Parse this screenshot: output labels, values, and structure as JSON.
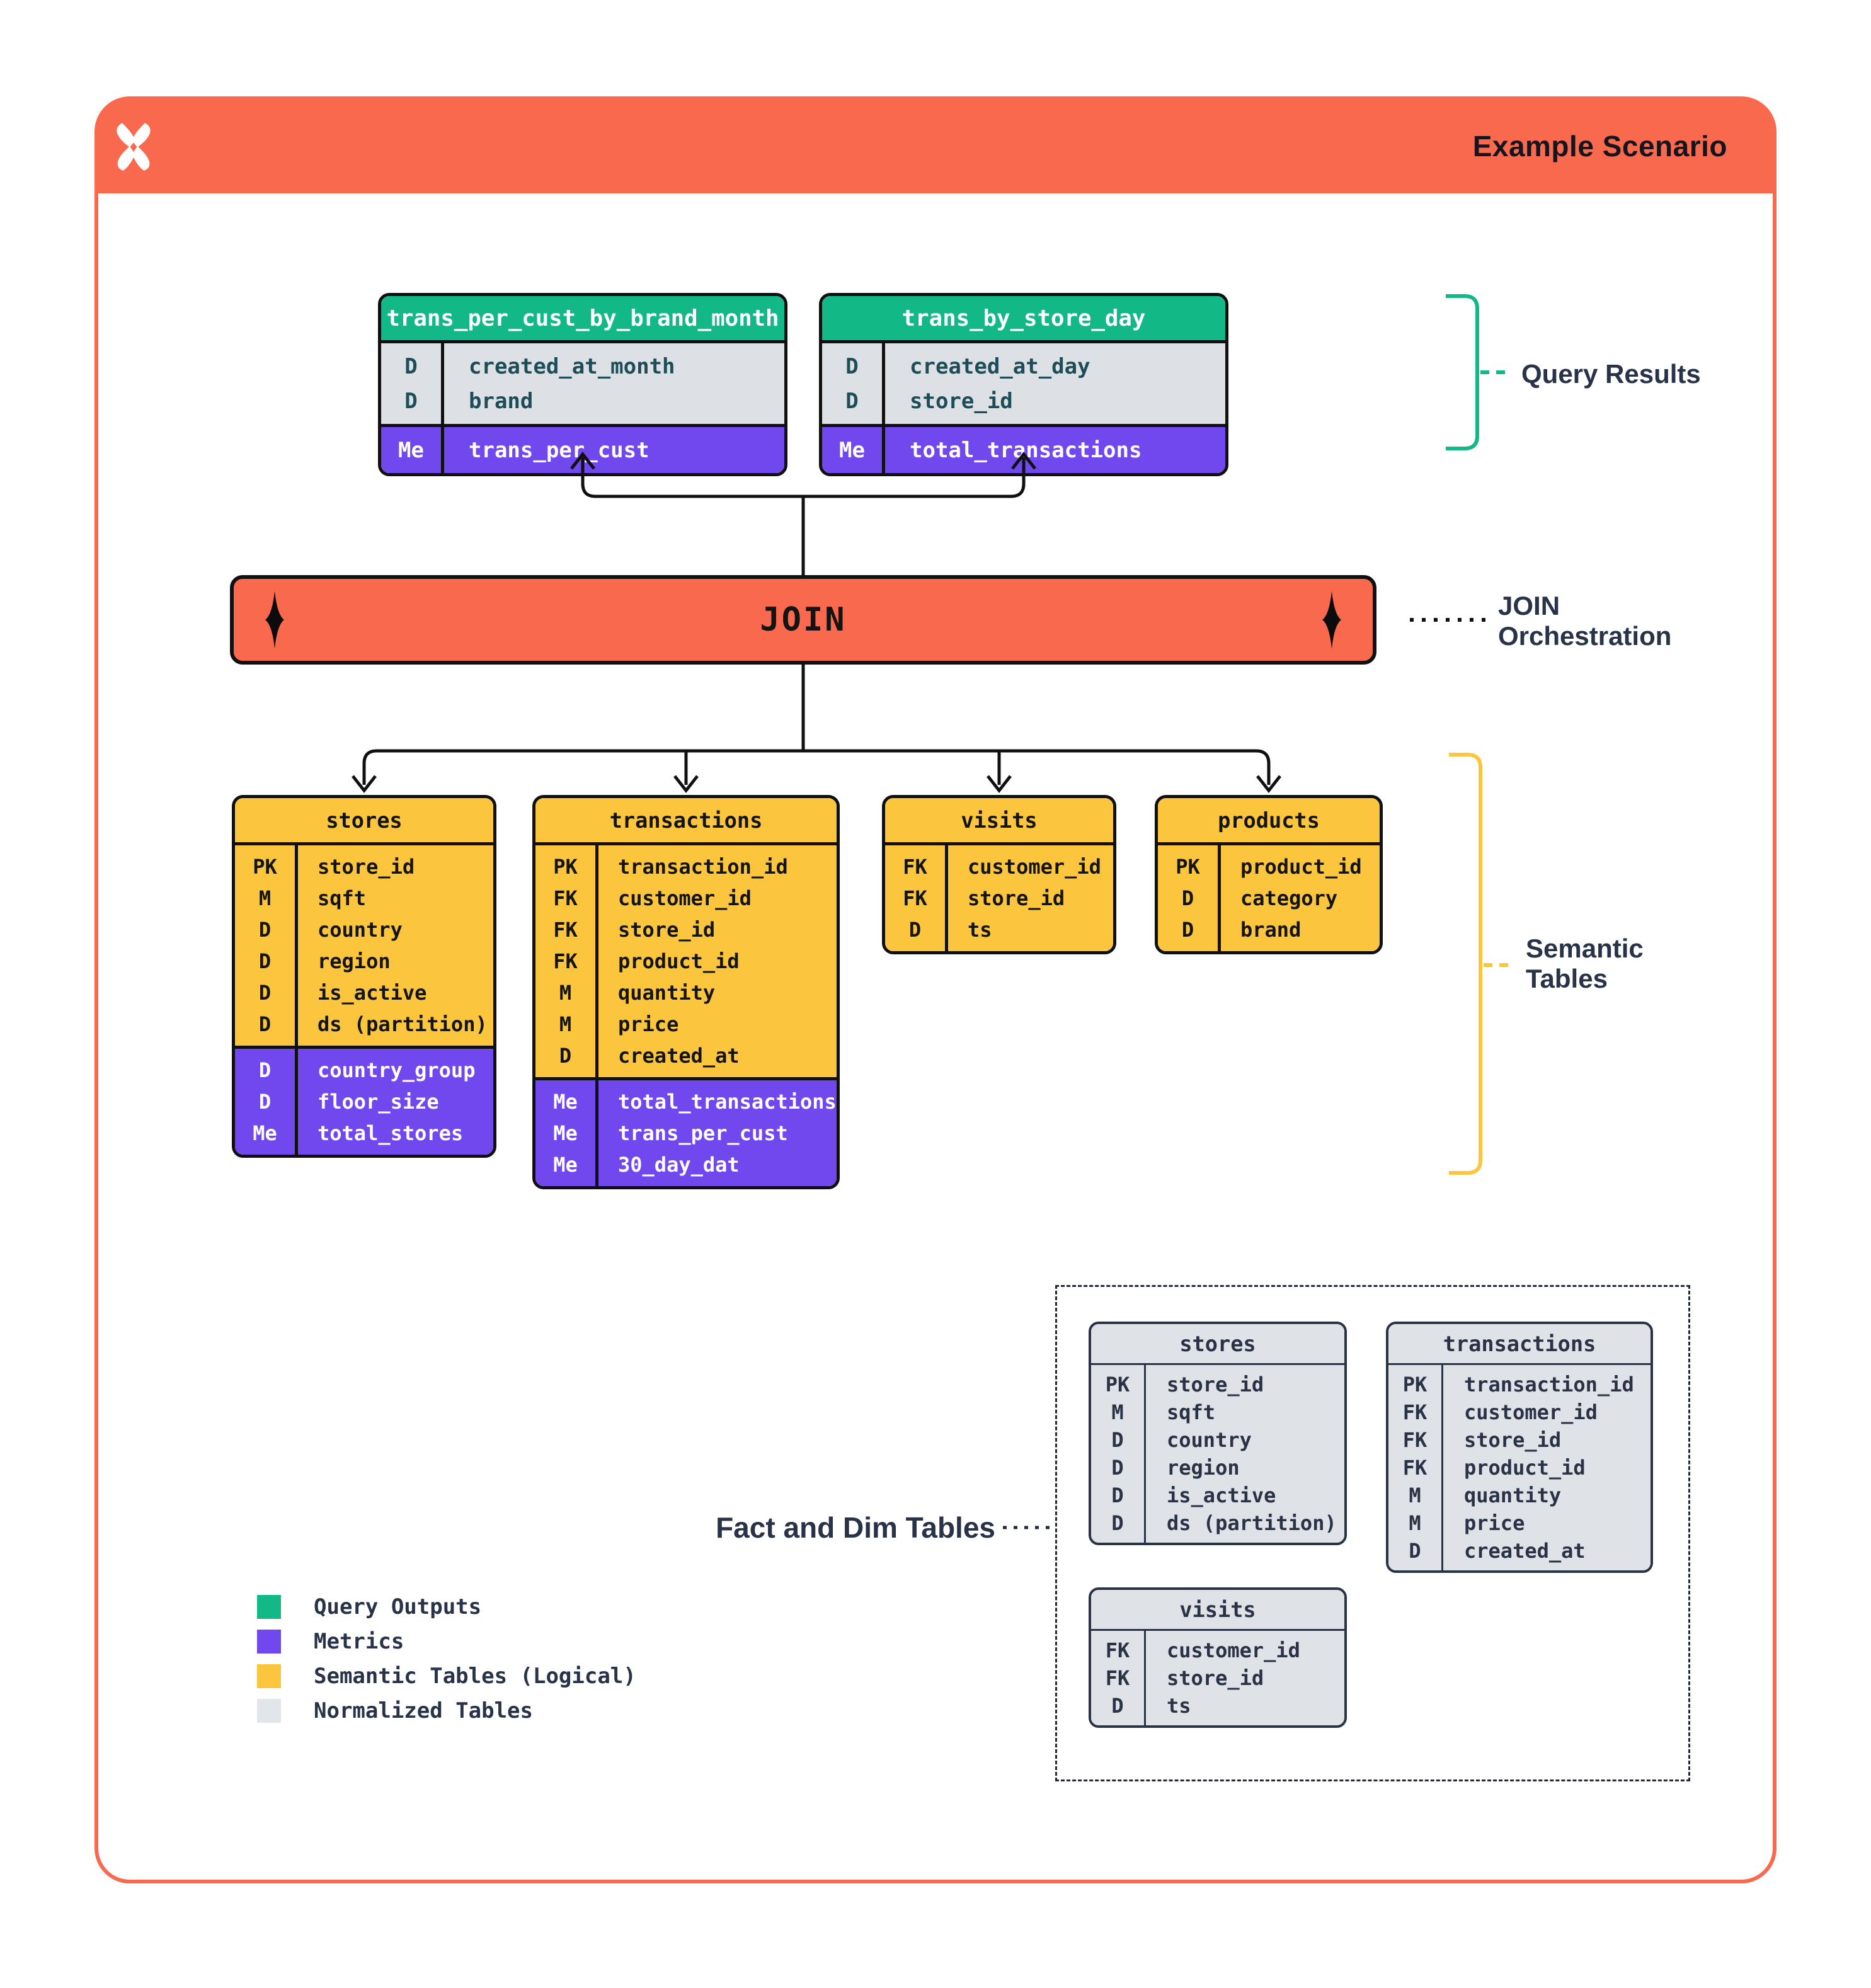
{
  "header": {
    "title": "Example Scenario"
  },
  "colors": {
    "orange": "#F9694E",
    "green": "#12B886",
    "purple": "#7147EE",
    "yellow": "#FBC53E",
    "gray": "#DFE3E8",
    "navy_text": "#283349",
    "teal_text": "#1D4D57"
  },
  "join": {
    "label": "JOIN"
  },
  "annotations": {
    "query_results": "Query Results",
    "join_orchestration_line1": "JOIN",
    "join_orchestration_line2": "Orchestration",
    "semantic_tables_line1": "Semantic",
    "semantic_tables_line2": "Tables",
    "fact_dim": "Fact and Dim Tables"
  },
  "query_tables": [
    {
      "title": "trans_per_cust_by_brand_month",
      "dims": [
        [
          "D",
          "created_at_month"
        ],
        [
          "D",
          "brand"
        ]
      ],
      "metrics": [
        [
          "Me",
          "trans_per_cust"
        ]
      ]
    },
    {
      "title": "trans_by_store_day",
      "dims": [
        [
          "D",
          "created_at_day"
        ],
        [
          "D",
          "store_id"
        ]
      ],
      "metrics": [
        [
          "Me",
          "total_transactions"
        ]
      ]
    }
  ],
  "semantic_tables": [
    {
      "title": "stores",
      "dims": [
        [
          "PK",
          "store_id"
        ],
        [
          "M",
          "sqft"
        ],
        [
          "D",
          "country"
        ],
        [
          "D",
          "region"
        ],
        [
          "D",
          "is_active"
        ],
        [
          "D",
          "ds (partition)"
        ]
      ],
      "metrics": [
        [
          "D",
          "country_group"
        ],
        [
          "D",
          "floor_size"
        ],
        [
          "Me",
          "total_stores"
        ]
      ]
    },
    {
      "title": "transactions",
      "dims": [
        [
          "PK",
          "transaction_id"
        ],
        [
          "FK",
          "customer_id"
        ],
        [
          "FK",
          "store_id"
        ],
        [
          "FK",
          "product_id"
        ],
        [
          "M",
          "quantity"
        ],
        [
          "M",
          "price"
        ],
        [
          "D",
          "created_at"
        ]
      ],
      "metrics": [
        [
          "Me",
          "total_transactions"
        ],
        [
          "Me",
          "trans_per_cust"
        ],
        [
          "Me",
          "30_day_dat"
        ]
      ]
    },
    {
      "title": "visits",
      "dims": [
        [
          "FK",
          "customer_id"
        ],
        [
          "FK",
          "store_id"
        ],
        [
          "D",
          "ts"
        ]
      ],
      "metrics": []
    },
    {
      "title": "products",
      "dims": [
        [
          "PK",
          "product_id"
        ],
        [
          "D",
          "category"
        ],
        [
          "D",
          "brand"
        ]
      ],
      "metrics": []
    }
  ],
  "normalized_tables": [
    {
      "title": "stores",
      "dims": [
        [
          "PK",
          "store_id"
        ],
        [
          "M",
          "sqft"
        ],
        [
          "D",
          "country"
        ],
        [
          "D",
          "region"
        ],
        [
          "D",
          "is_active"
        ],
        [
          "D",
          "ds (partition)"
        ]
      ],
      "metrics": []
    },
    {
      "title": "transactions",
      "dims": [
        [
          "PK",
          "transaction_id"
        ],
        [
          "FK",
          "customer_id"
        ],
        [
          "FK",
          "store_id"
        ],
        [
          "FK",
          "product_id"
        ],
        [
          "M",
          "quantity"
        ],
        [
          "M",
          "price"
        ],
        [
          "D",
          "created_at"
        ]
      ],
      "metrics": []
    },
    {
      "title": "visits",
      "dims": [
        [
          "FK",
          "customer_id"
        ],
        [
          "FK",
          "store_id"
        ],
        [
          "D",
          "ts"
        ]
      ],
      "metrics": []
    }
  ],
  "legend": {
    "items": [
      {
        "label": "Query Outputs",
        "color": "#12B886"
      },
      {
        "label": "Metrics",
        "color": "#7147EE"
      },
      {
        "label": "Semantic Tables (Logical)",
        "color": "#FBC53E"
      },
      {
        "label": "Normalized Tables",
        "color": "#E2E5E9"
      }
    ]
  }
}
